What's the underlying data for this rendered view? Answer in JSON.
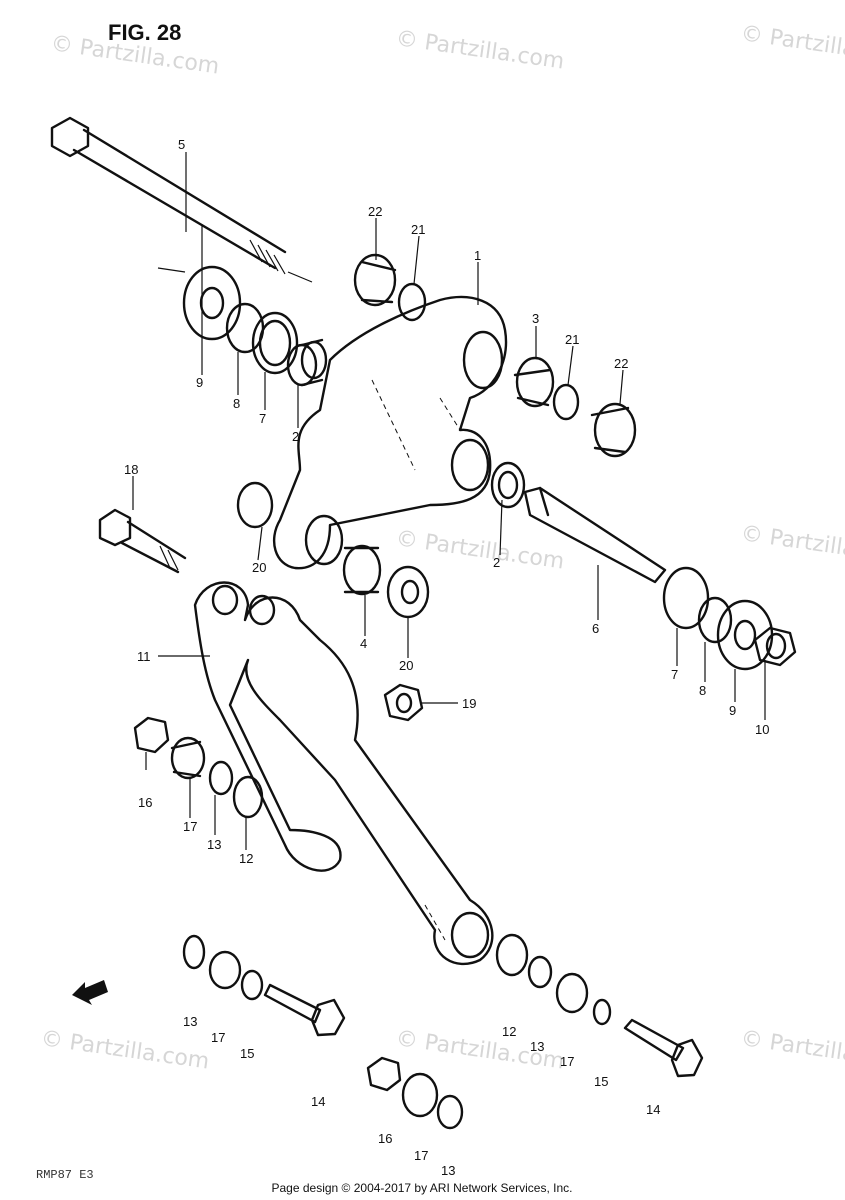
{
  "figure": {
    "title": "FIG. 28",
    "model_code": "RMP87  E3"
  },
  "watermark": {
    "text": "© Partzilla.com"
  },
  "footer": {
    "text": "Page design © 2004-2017 by ARI Network Services, Inc."
  },
  "callouts": [
    {
      "label": "5"
    },
    {
      "label": "22"
    },
    {
      "label": "21"
    },
    {
      "label": "1"
    },
    {
      "label": "9"
    },
    {
      "label": "8"
    },
    {
      "label": "7"
    },
    {
      "label": "2"
    },
    {
      "label": "3"
    },
    {
      "label": "21"
    },
    {
      "label": "22"
    },
    {
      "label": "18"
    },
    {
      "label": "20"
    },
    {
      "label": "2"
    },
    {
      "label": "6"
    },
    {
      "label": "4"
    },
    {
      "label": "20"
    },
    {
      "label": "11"
    },
    {
      "label": "19"
    },
    {
      "label": "7"
    },
    {
      "label": "8"
    },
    {
      "label": "9"
    },
    {
      "label": "10"
    },
    {
      "label": "16"
    },
    {
      "label": "17"
    },
    {
      "label": "13"
    },
    {
      "label": "12"
    },
    {
      "label": "13"
    },
    {
      "label": "17"
    },
    {
      "label": "15"
    },
    {
      "label": "14"
    },
    {
      "label": "12"
    },
    {
      "label": "13"
    },
    {
      "label": "17"
    },
    {
      "label": "15"
    },
    {
      "label": "14"
    },
    {
      "label": "16"
    },
    {
      "label": "17"
    },
    {
      "label": "13"
    }
  ]
}
